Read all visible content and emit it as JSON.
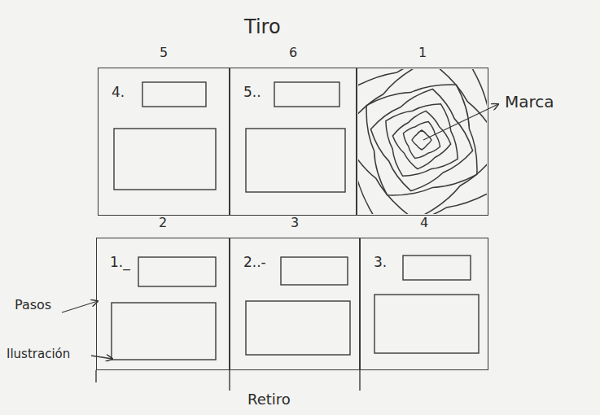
{
  "diagram": {
    "title": "Tiro",
    "caption": "Retiro",
    "nodes": [
      {
        "text": [
          "5",
          "4."
        ]
      },
      {
        "text": [
          "6",
          "5.."
        ]
      },
      {
        "text": [
          "1"
        ]
      },
      {
        "text": [
          "2",
          "1._"
        ]
      },
      {
        "text": [
          "3",
          "2..-"
        ]
      },
      {
        "text": [
          "4",
          "3."
        ]
      }
    ],
    "labels": [
      "Marca",
      "Pasos",
      "Ilustración"
    ]
  }
}
